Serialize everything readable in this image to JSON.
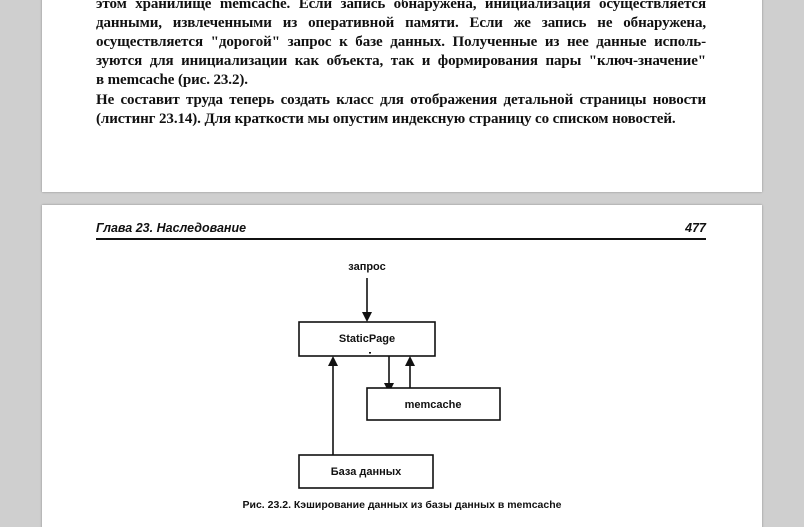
{
  "page_top": {
    "paragraph_1_lines": [
      "этом хранилище memcache. Если запись обнаружена, инициализация осуществляется",
      "данными, извлеченными из оперативной памяти. Если же запись не обнаружена,",
      "осуществляется \"дорогой\" запрос к базе данных. Полученные из нее данные исполь-",
      "зуются для инициализации как объекта, так и формирования пары \"ключ-значение\"",
      "в memcache (рис. 23.2)."
    ],
    "paragraph_2_lines": [
      "Не составит труда теперь создать класс для отображения детальной страницы новости",
      "(листинг 23.14). Для краткости мы опустим индексную страницу со списком новостей."
    ]
  },
  "page_bottom": {
    "header": {
      "chapter": "Глава 23. Наследование",
      "page_number": "477"
    },
    "diagram": {
      "request_label": "запрос",
      "static_page_label": "StaticPage",
      "memcache_label": "memcache",
      "database_label": "База данных"
    },
    "caption": "Рис. 23.2. Кэширование данных из базы данных в memcache"
  }
}
